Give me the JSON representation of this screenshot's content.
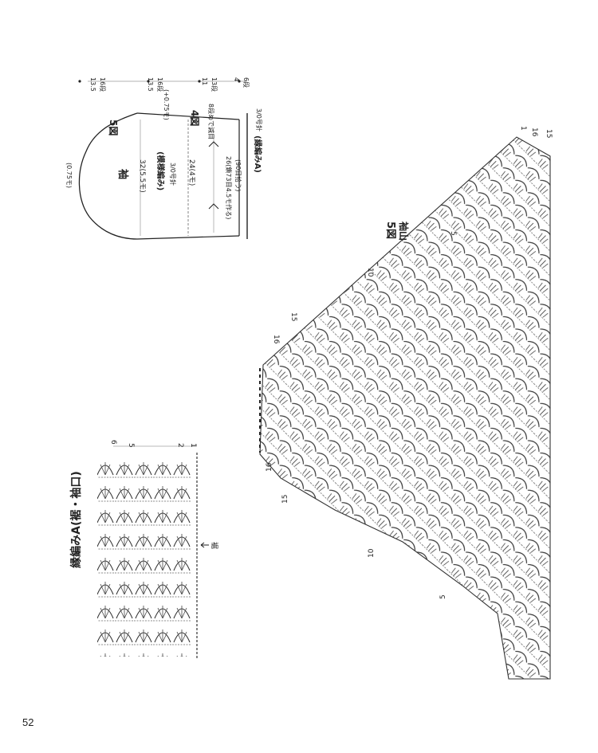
{
  "page_number": "52",
  "border_chart": {
    "title": "縁編みA(裾・袖口)",
    "row_numbers": [
      "6",
      "5",
      "2",
      "1"
    ],
    "direction_label": "裾"
  },
  "sleeve_schematic": {
    "figure_label": "5図",
    "figure_label_alt": "4図",
    "part_name": "袖",
    "pattern_name": "(模様編み)",
    "hook_main": "3/0号針",
    "border_name": "(縁編みA)",
    "border_hook": "3/0号針",
    "top_width": "(0.75モ)",
    "cap_width": "32(5.5モ)",
    "body_width": "24(4モ)",
    "cuff_width": "26(鎖73目4.5モ作る)",
    "pickup": "(90目拾う)",
    "increase_note": "(+0.75モ)",
    "decrease_note": "8段めで減目",
    "row_counts": [
      {
        "cm": "13.5",
        "rows": "16段"
      },
      {
        "cm": "13.5",
        "rows": "16段"
      },
      {
        "cm": "11",
        "rows": "13段"
      },
      {
        "cm": "4",
        "rows": "6段"
      }
    ]
  },
  "sleeve_cap_chart": {
    "figure_label": "5図",
    "title": "袖山",
    "row_marks_right": [
      "1",
      "16",
      "15"
    ],
    "row_marks_upper": [
      "5",
      "10",
      "15",
      "16"
    ],
    "row_marks_lower": [
      "16",
      "15",
      "10",
      "5"
    ]
  }
}
